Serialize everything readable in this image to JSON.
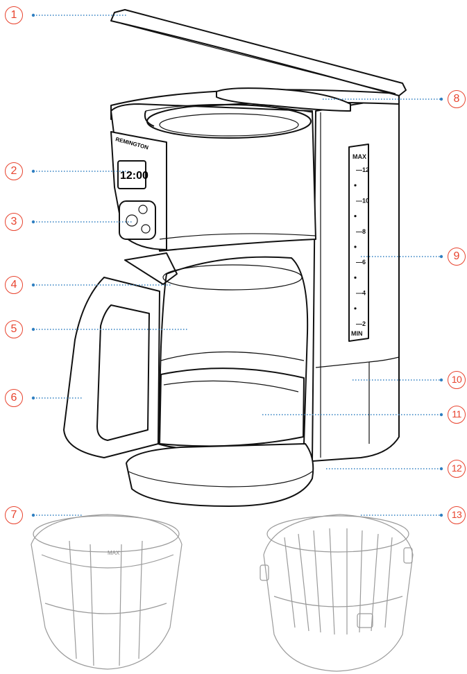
{
  "colors": {
    "callout": "#e8432e",
    "leader": "#2f7fc1",
    "outline": "#111111",
    "light_outline": "#9a9a9a"
  },
  "callouts": [
    "1",
    "2",
    "3",
    "4",
    "5",
    "6",
    "7",
    "8",
    "9",
    "10",
    "11",
    "12",
    "13"
  ],
  "display": {
    "time": "12:00"
  },
  "water_gauge": {
    "max_label": "MAX",
    "ticks": [
      "12",
      "10",
      "8",
      "6",
      "4",
      "2"
    ],
    "min_label": "MIN"
  },
  "filter_label": "MAX"
}
